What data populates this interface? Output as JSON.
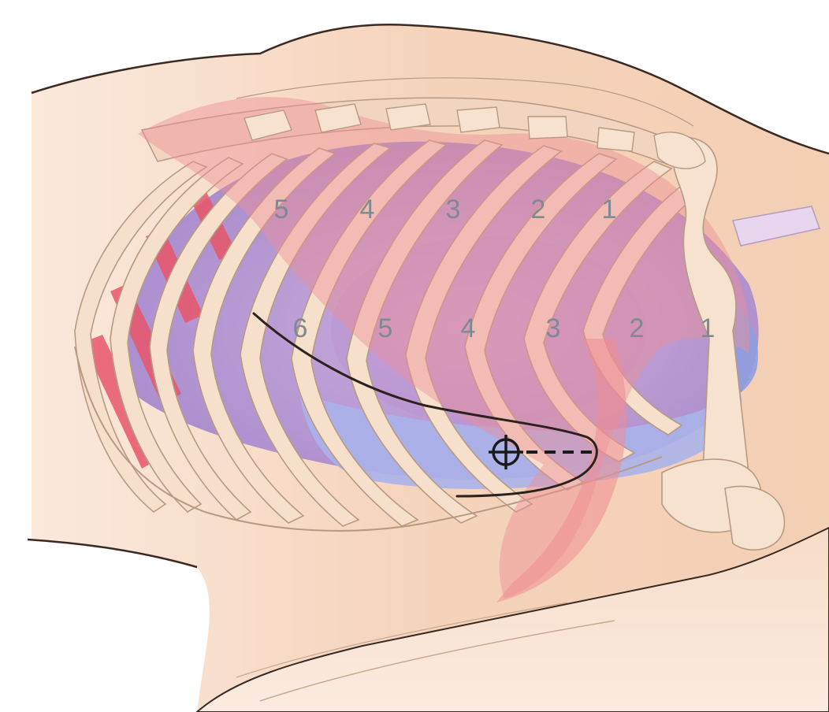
{
  "diagram": {
    "upper_numbers": [
      "5",
      "4",
      "3",
      "2",
      "1"
    ],
    "lower_numbers": [
      "6",
      "5",
      "4",
      "3",
      "2",
      "1"
    ],
    "colors": {
      "skin": "#f6d8c2",
      "bone": "#f4dcc6",
      "bone_outline": "#b89a83",
      "muscle": "#ee8f95",
      "lung_purple": "#a48ad0",
      "lung_blue": "#aab2ea",
      "red_band": "#e8566a",
      "outline": "#3b2a22",
      "label": "#7d8a90",
      "target": "#1a1a1a"
    }
  }
}
